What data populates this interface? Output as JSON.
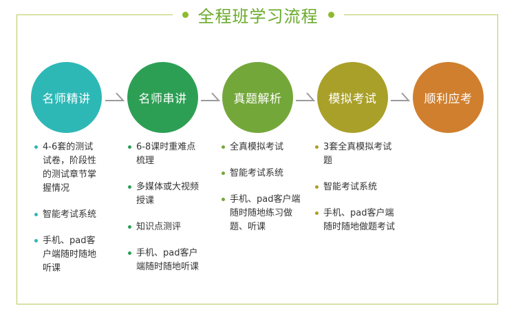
{
  "title": "全程班学习流程",
  "colors": {
    "frame_border": "#b8cc58",
    "title_text": "#6aaa2a",
    "step1": "#2db8b6",
    "step2": "#2d9f55",
    "step3": "#74a73a",
    "step4": "#a9a02a",
    "step5": "#d07f2e",
    "arrow": "#9a9a9a"
  },
  "steps": [
    {
      "name": "名师精讲",
      "items": [
        "4-6套的测试试卷，阶段性的测试章节掌握情况",
        "智能考试系统",
        "手机、pad客户端随时随地听课"
      ]
    },
    {
      "name": "名师串讲",
      "items": [
        "6-8课时重难点梳理",
        "多媒体或大视频授课",
        "知识点测评",
        "手机、pad客户端随时随地听课"
      ]
    },
    {
      "name": "真题解析",
      "items": [
        "全真模拟考试",
        "智能考试系统",
        "手机、pad客户端随时随地练习做题、听课"
      ]
    },
    {
      "name": "模拟考试",
      "items": [
        "3套全真模拟考试题",
        "智能考试系统",
        "手机、pad客户端随时随地做题考试"
      ]
    },
    {
      "name": "顺利应考",
      "items": []
    }
  ]
}
